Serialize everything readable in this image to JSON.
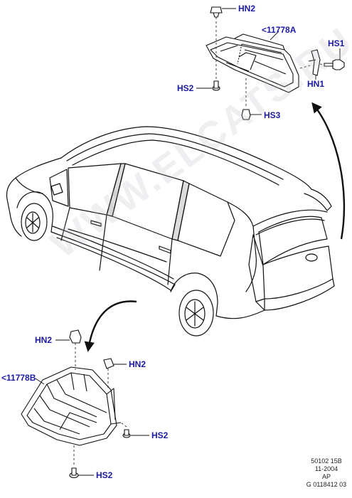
{
  "watermark": "WWW.ELCATS.RU",
  "callouts": {
    "hn2_top": "HN2",
    "part_a": "<11778A",
    "hs1": "HS1",
    "hn1": "HN1",
    "hs2_top": "HS2",
    "hs3": "HS3",
    "hn2_left": "HN2",
    "part_b": "<11778B",
    "hn2_right": "HN2",
    "hs2_right": "HS2",
    "hs2_bottom": "HS2"
  },
  "reference": {
    "line1": "50102 15B",
    "line2": "11-2004",
    "line3": "AP",
    "line4": "G 0118412 03"
  },
  "colors": {
    "callout_text": "#1a1aa0",
    "line_art": "#111111"
  }
}
